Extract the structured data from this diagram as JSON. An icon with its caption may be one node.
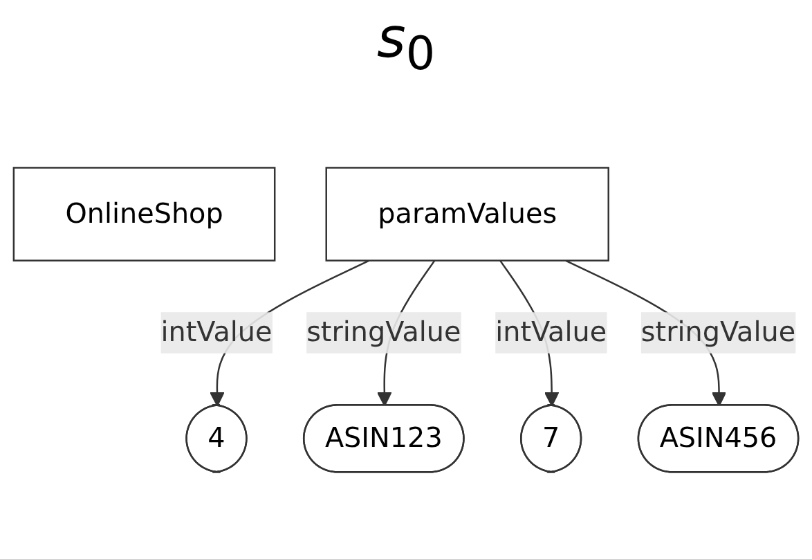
{
  "diagram": {
    "title": "*s*$_{0}$",
    "nodes": [
      {
        "text": [
          "OnlineShop"
        ]
      },
      {
        "text": [
          "paramValues"
        ]
      },
      {
        "text": [
          "4"
        ]
      },
      {
        "text": [
          "ASIN123"
        ]
      },
      {
        "text": [
          "7"
        ]
      },
      {
        "text": [
          "ASIN456"
        ]
      }
    ],
    "edges": [
      {
        "from": 1,
        "to": 2,
        "arrow": "to",
        "label": "intValue"
      },
      {
        "from": 1,
        "to": 3,
        "arrow": "to",
        "label": "stringValue"
      },
      {
        "from": 1,
        "to": 4,
        "arrow": "to",
        "label": "intValue"
      },
      {
        "from": 1,
        "to": 5,
        "arrow": "to",
        "label": "stringValue"
      }
    ]
  }
}
